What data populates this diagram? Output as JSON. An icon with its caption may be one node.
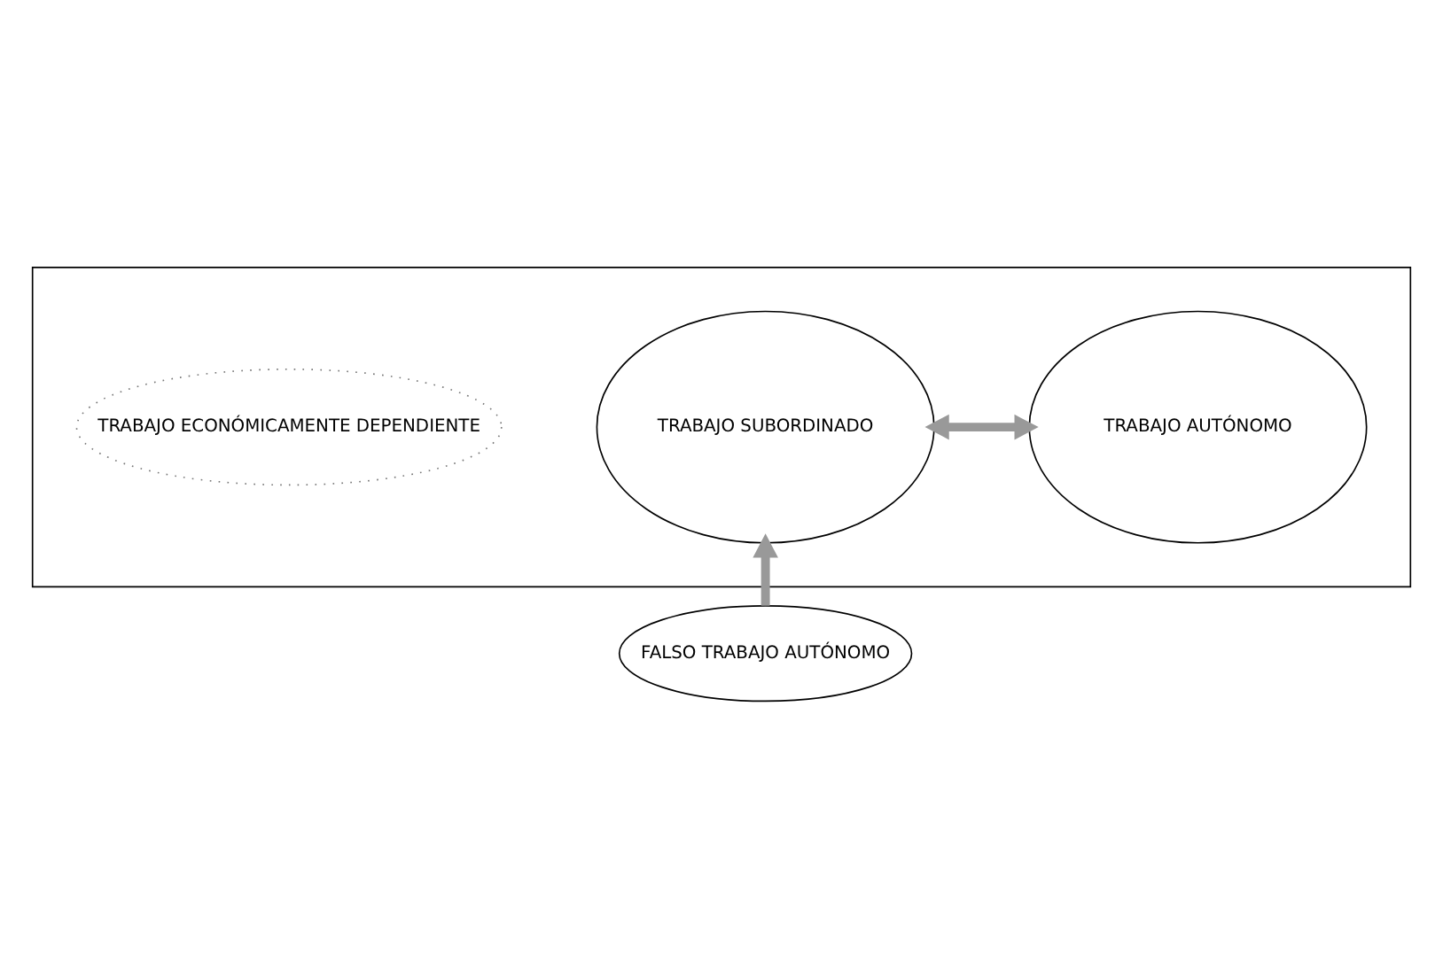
{
  "diagram": {
    "nodes": [
      {
        "text": [],
        "shape": "box"
      },
      {
        "text": [
          "TRABAJO SUBORDINADO"
        ],
        "in": 0
      },
      {
        "text": [
          "TRABAJO AUTÓNOMO"
        ],
        "in": 0
      },
      {
        "text": [
          "TRABAJO ECONÓMICAMENTE DEPENDIENTE"
        ],
        "in": 0
      },
      {
        "text": [
          "FALSO TRABAJO AUTÓNOMO"
        ]
      }
    ],
    "edges": [
      {
        "from": 1,
        "to": 2,
        "arrow": "both"
      },
      {
        "from": 4,
        "to": 1,
        "arrow": "to"
      }
    ]
  }
}
